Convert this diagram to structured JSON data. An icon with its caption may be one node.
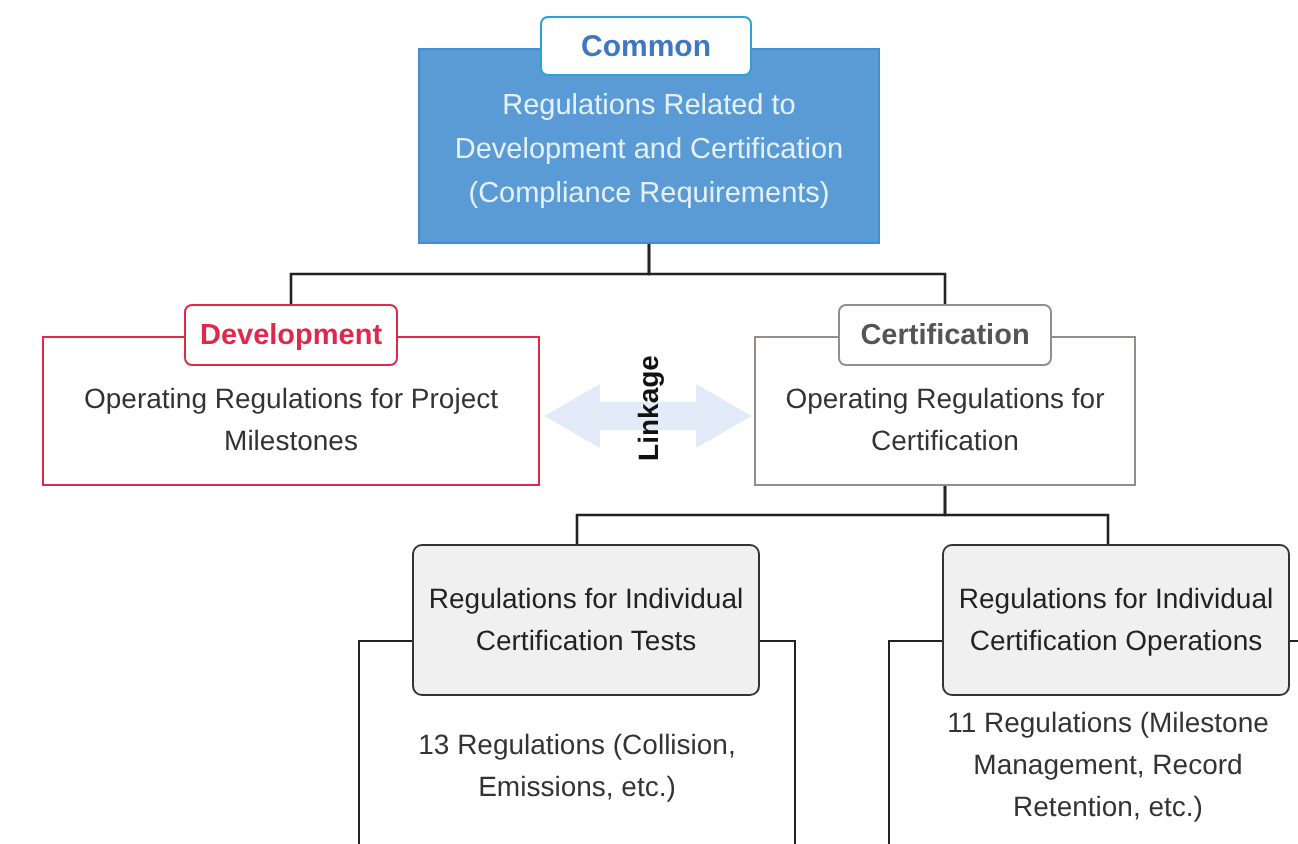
{
  "diagram": {
    "nodes": [
      {
        "text": [
          "Common",
          "Regulations Related to Development and Certification (Compliance Requirements)"
        ]
      },
      {
        "text": [
          "Development",
          "Operating Regulations for Project Milestones"
        ]
      },
      {
        "text": [
          "Certification",
          "Operating Regulations for Certification"
        ]
      },
      {
        "text": [
          "Regulations for Individual Certification Tests",
          "13 Regulations (Collision, Emissions, etc.)"
        ]
      },
      {
        "text": [
          "Regulations for Individual Certification Operations",
          "11 Regulations (Milestone Management, Record Retention, etc.)"
        ]
      }
    ],
    "edges": [
      {
        "from": 0,
        "to": 1,
        "arrow": "none"
      },
      {
        "from": 0,
        "to": 2,
        "arrow": "none"
      },
      {
        "from": 1,
        "to": 2,
        "arrow": "both",
        "label": "Linkage",
        "style": "thick",
        "color": "#e3ebf8"
      },
      {
        "from": 2,
        "to": 3,
        "arrow": "none"
      },
      {
        "from": 2,
        "to": 4,
        "arrow": "none"
      }
    ]
  }
}
